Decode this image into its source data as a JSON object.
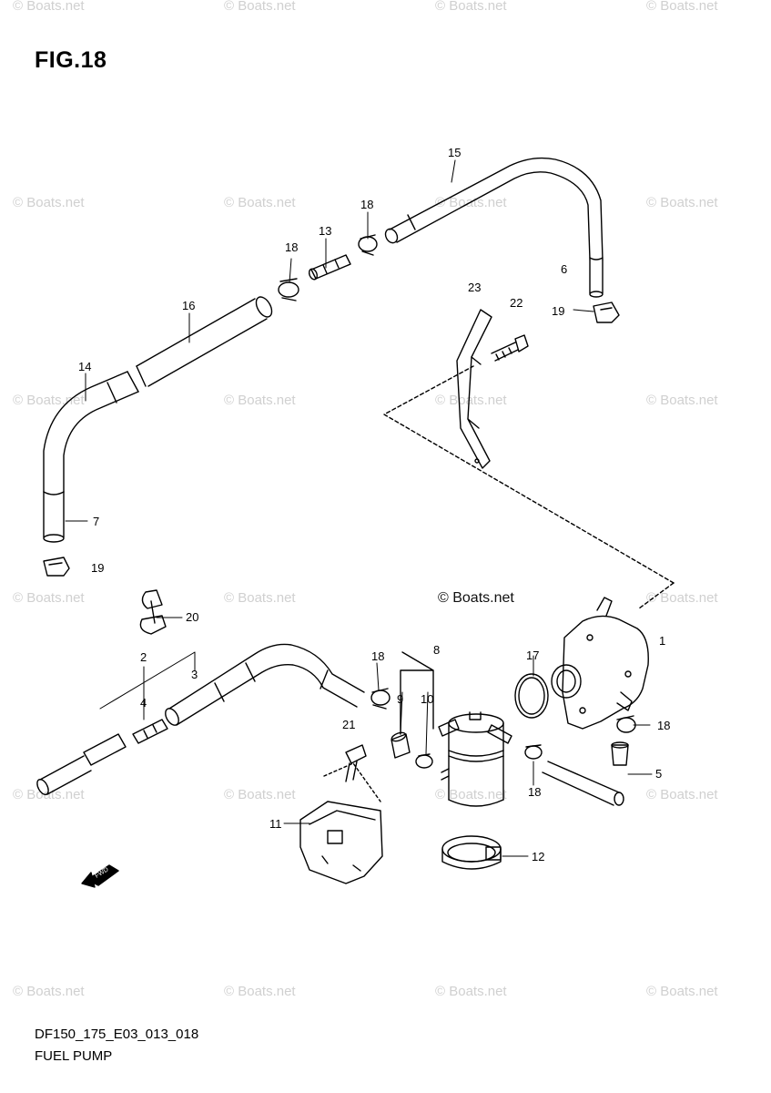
{
  "figure": {
    "title": "FIG.18",
    "code": "DF150_175_E03_013_018",
    "name": "FUEL PUMP",
    "copyright": "© Boats.net",
    "fwd_label": "FWD"
  },
  "watermark": {
    "text": "© Boats.net",
    "color": "#d0d0d0"
  },
  "callouts": [
    "1",
    "2",
    "3",
    "4",
    "5",
    "6",
    "7",
    "8",
    "9",
    "10",
    "11",
    "12",
    "13",
    "14",
    "15",
    "16",
    "17",
    "18",
    "18",
    "18",
    "18",
    "18",
    "19",
    "19",
    "20",
    "21",
    "22",
    "23"
  ]
}
